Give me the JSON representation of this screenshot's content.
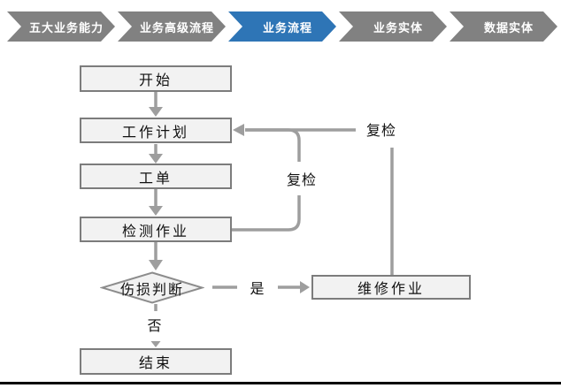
{
  "breadcrumb": {
    "items": [
      {
        "label": "五大业务能力",
        "active": false
      },
      {
        "label": "业务高级流程",
        "active": false
      },
      {
        "label": "业务流程",
        "active": true
      },
      {
        "label": "业务实体",
        "active": false
      },
      {
        "label": "数据实体",
        "active": false
      }
    ]
  },
  "flowchart": {
    "nodes": {
      "start": "开始",
      "work_plan": "工作计划",
      "work_order": "工单",
      "inspection": "检测作业",
      "decision": "伤损判断",
      "end": "结束",
      "repair": "维修作业"
    },
    "edge_labels": {
      "recheck_inner": "复检",
      "recheck_outer": "复检",
      "yes": "是",
      "no": "否"
    },
    "edges": [
      {
        "from": "开始",
        "to": "工作计划"
      },
      {
        "from": "工作计划",
        "to": "工单"
      },
      {
        "from": "工单",
        "to": "检测作业"
      },
      {
        "from": "检测作业",
        "to": "伤损判断"
      },
      {
        "from": "伤损判断",
        "to": "维修作业",
        "label": "是"
      },
      {
        "from": "伤损判断",
        "to": "结束",
        "label": "否"
      },
      {
        "from": "检测作业",
        "to": "工作计划",
        "label": "复检"
      },
      {
        "from": "维修作业",
        "to": "工作计划",
        "label": "复检"
      }
    ]
  },
  "colors": {
    "accent_blue": "#2E75B6",
    "chevron_gray": "#818181",
    "node_fill": "#F2F2F2",
    "node_border": "#7C7C7C",
    "connector": "#9E9E9E",
    "bottom_rule": "#000000"
  }
}
